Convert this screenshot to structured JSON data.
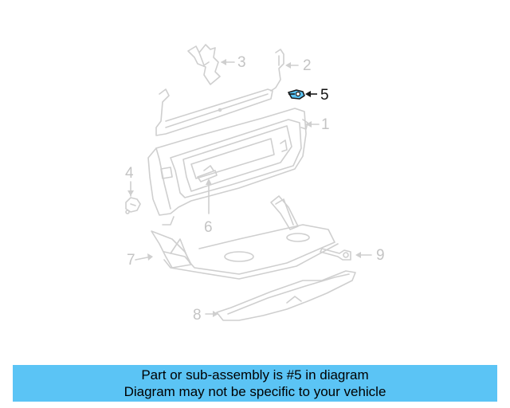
{
  "callouts": {
    "c1": "1",
    "c2": "2",
    "c3": "3",
    "c4": "4",
    "c5": "5",
    "c6": "6",
    "c7": "7",
    "c8": "8",
    "c9": "9"
  },
  "highlighted_part": "5",
  "colors": {
    "part_outline": "#cfcfcf",
    "highlight": "#5bc4f5",
    "banner_bg": "#5bc4f5"
  },
  "banner": {
    "line1": "Part or sub-assembly is #5 in diagram",
    "line2": "Diagram may not be specific to your vehicle"
  }
}
